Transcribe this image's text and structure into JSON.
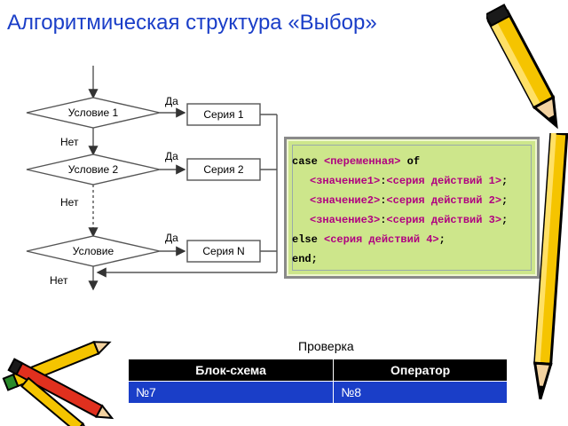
{
  "title": "Алгоритмическая структура «Выбор»",
  "flowchart": {
    "conditions": [
      "Условие 1",
      "Условие 2",
      "Условие"
    ],
    "series": [
      "Серия 1",
      "Серия 2",
      "Серия N"
    ],
    "yes_label": "Да",
    "no_label": "Нет"
  },
  "code": {
    "line1": {
      "kw": "case",
      "var": "<переменная>",
      "kw2": "of"
    },
    "cases": [
      {
        "value": "<значение1>",
        "sep": ":",
        "action": "<серия действий 1>",
        "end": ";"
      },
      {
        "value": "<значение2>",
        "sep": ":",
        "action": "<серия действий  2>",
        "end": ";"
      },
      {
        "value": "<значение3>",
        "sep": ":",
        "action": "<серия действий 3>",
        "end": ";"
      }
    ],
    "else_line": {
      "kw": "else",
      "action": "<серия действий 4>",
      "end": ";"
    },
    "end_line": "end;"
  },
  "check_label": "Проверка",
  "table": {
    "headers": [
      "Блок-схема",
      "Оператор"
    ],
    "row": [
      "№7",
      "№8"
    ]
  },
  "colors": {
    "title": "#1a3ec8",
    "code_background": "#cde68b",
    "placeholder": "#b00080",
    "table_header": "#000000",
    "table_cell": "#1a3ec8"
  },
  "icons": [
    "pencil-icon",
    "pencils-icon"
  ]
}
